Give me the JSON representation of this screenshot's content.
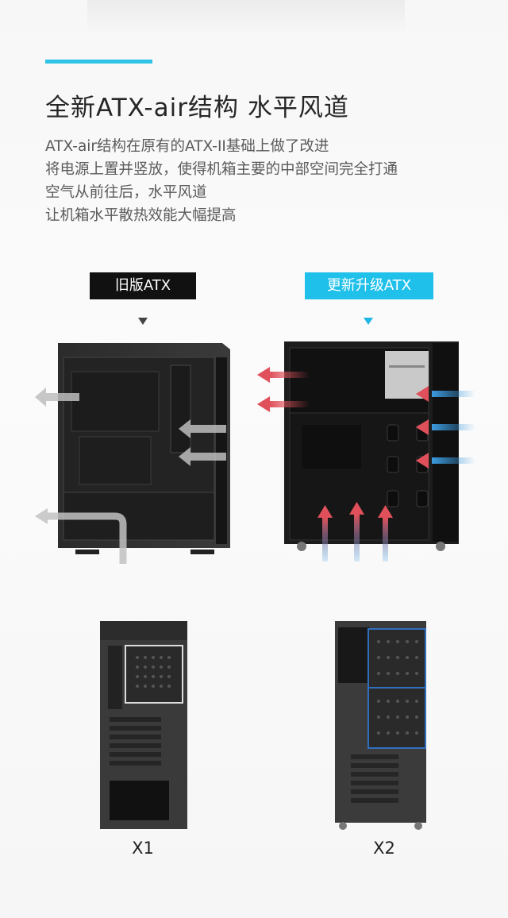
{
  "header": {
    "title": "全新ATX-air结构  水平风道",
    "description_lines": [
      "ATX-air结构在原有的ATX-II基础上做了改进",
      "将电源上置并竖放，使得机箱主要的中部空间完全打通",
      "空气从前往后，水平风道",
      "让机箱水平散热效能大幅提高"
    ]
  },
  "comparison": {
    "old_label": "旧版ATX",
    "new_label": "更新升级ATX"
  },
  "captions": {
    "left": "X1",
    "right": "X2"
  },
  "colors": {
    "accent": "#2fc4e6",
    "new_label_bg": "#1fc0ea",
    "old_label_bg": "#111111",
    "airflow_hot": "#e0505a",
    "airflow_cool": "#3c9be0",
    "airflow_old": "#b8b8b8"
  }
}
